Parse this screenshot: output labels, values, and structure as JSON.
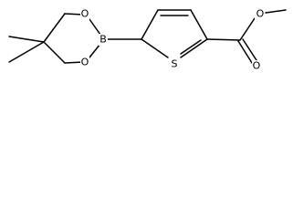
{
  "molecule": {
    "atoms": {
      "ring_o_upper": "O",
      "ring_o_lower": "O",
      "boron": "B",
      "sulfur": "S",
      "ester_carbonyl_o": "O",
      "ester_ether_o": "O"
    }
  },
  "colors": {
    "bond": "#000000",
    "label": "#000000",
    "background": "#ffffff"
  }
}
